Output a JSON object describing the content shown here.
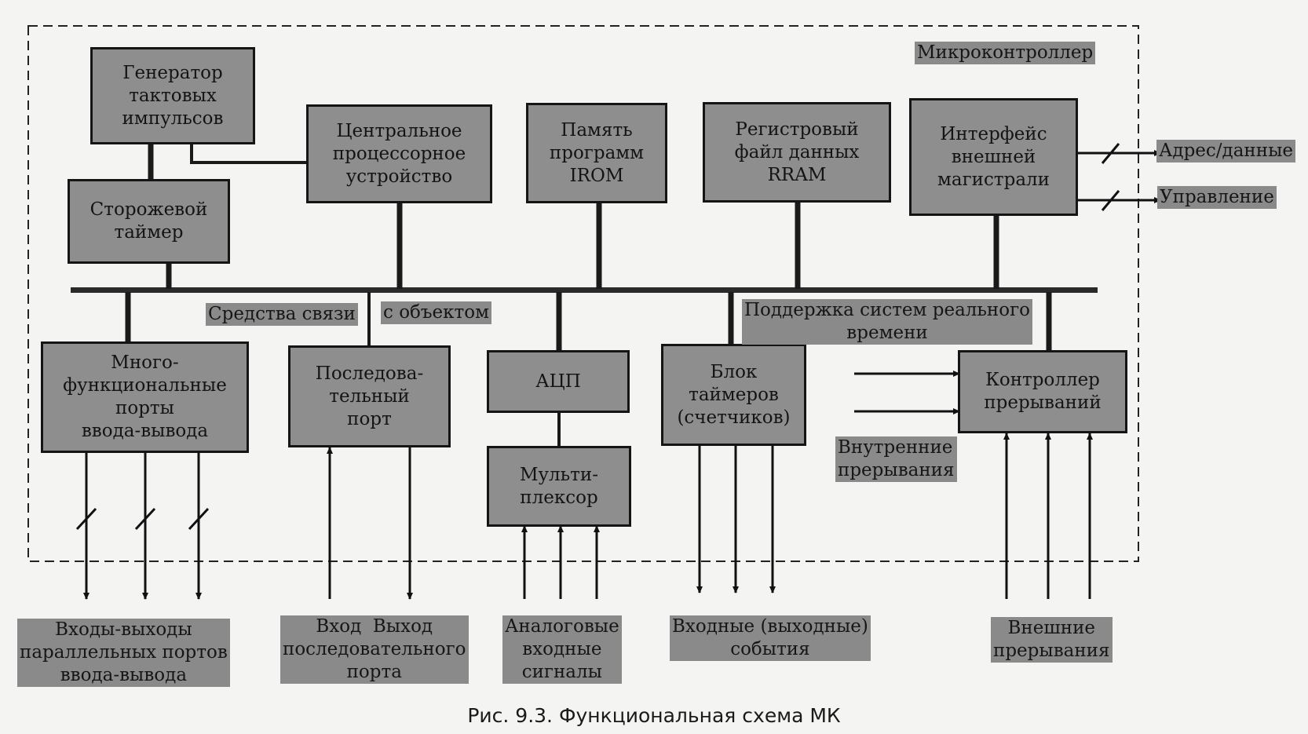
{
  "title": "Микроконтроллер",
  "blocks": {
    "clock": "Генератор\nтактовых\nимпульсов",
    "watchdog": "Сторожевой\nтаймер",
    "cpu": "Центральное\nпроцессорное\nустройство",
    "irom": "Память\nпрограмм\nIROM",
    "rram": "Регистровый\nфайл данных\nRRAM",
    "ext_bus": "Интерфейс\nвнешней\nмагистрали",
    "gpio": "Много-\nфункциональные\nпорты\nввода-вывода",
    "serial": "Последова-\nтельный\nпорт",
    "adc": "АЦП",
    "mux": "Мульти-\nплексор",
    "timers": "Блок\nтаймеров\n(счетчиков)",
    "irq": "Контроллер\nпрерываний"
  },
  "labels": {
    "addr_data": "Адрес/данные",
    "control": "Управление",
    "comm_left": "Средства связи",
    "comm_right": "с объектом",
    "realtime": "Поддержка систем реального\nвремени",
    "internal_irq": "Внутренние\nпрерывания"
  },
  "bottom": {
    "gpio": "Входы-выходы\nпараллельных портов\nввода-вывода",
    "serial": "Вход  Выход\nпоследовательного\nпорта",
    "analog": "Аналоговые\nвходные\nсигналы",
    "events": "Входные (выходные)\nсобытия",
    "ext_irq": "Внешние\nпрерывания"
  },
  "caption": "Рис. 9.3. Функциональная схема МК"
}
